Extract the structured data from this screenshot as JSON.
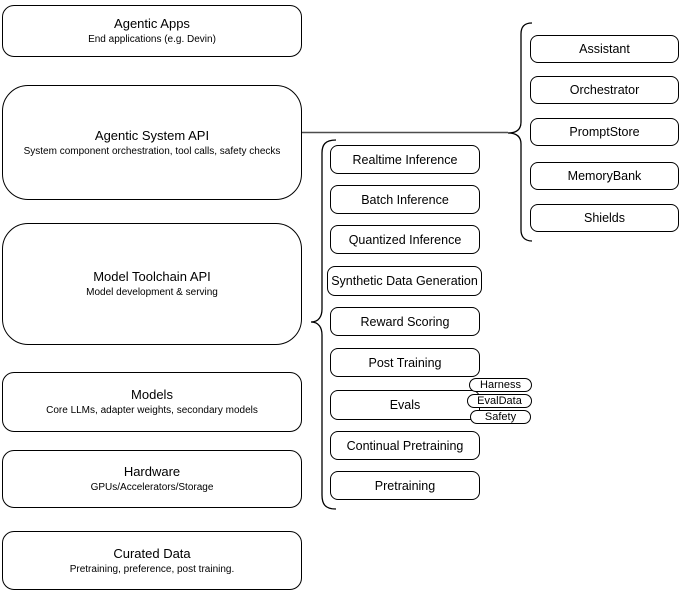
{
  "diagram": {
    "left_stack": [
      {
        "title": "Agentic Apps",
        "subtitle": "End applications (e.g. Devin)"
      },
      {
        "title": "Agentic System API",
        "subtitle": "System component orchestration, tool calls, safety checks"
      },
      {
        "title": "Model Toolchain API",
        "subtitle": "Model development & serving"
      },
      {
        "title": "Models",
        "subtitle": "Core LLMs, adapter weights, secondary models"
      },
      {
        "title": "Hardware",
        "subtitle": "GPUs/Accelerators/Storage"
      },
      {
        "title": "Curated Data",
        "subtitle": "Pretraining, preference, post training."
      }
    ],
    "toolchain_group": [
      "Realtime Inference",
      "Batch Inference",
      "Quantized Inference",
      "Synthetic Data Generation",
      "Reward Scoring",
      "Post Training",
      "Evals",
      "Continual Pretraining",
      "Pretraining"
    ],
    "evals_tags": [
      "Harness",
      "EvalData",
      "Safety"
    ],
    "system_group": [
      "Assistant",
      "Orchestrator",
      "PromptStore",
      "MemoryBank",
      "Shields"
    ],
    "colors": {
      "stroke": "#000000",
      "fill": "#ffffff",
      "text": "#000000",
      "connector": "#4d4d4d"
    }
  }
}
